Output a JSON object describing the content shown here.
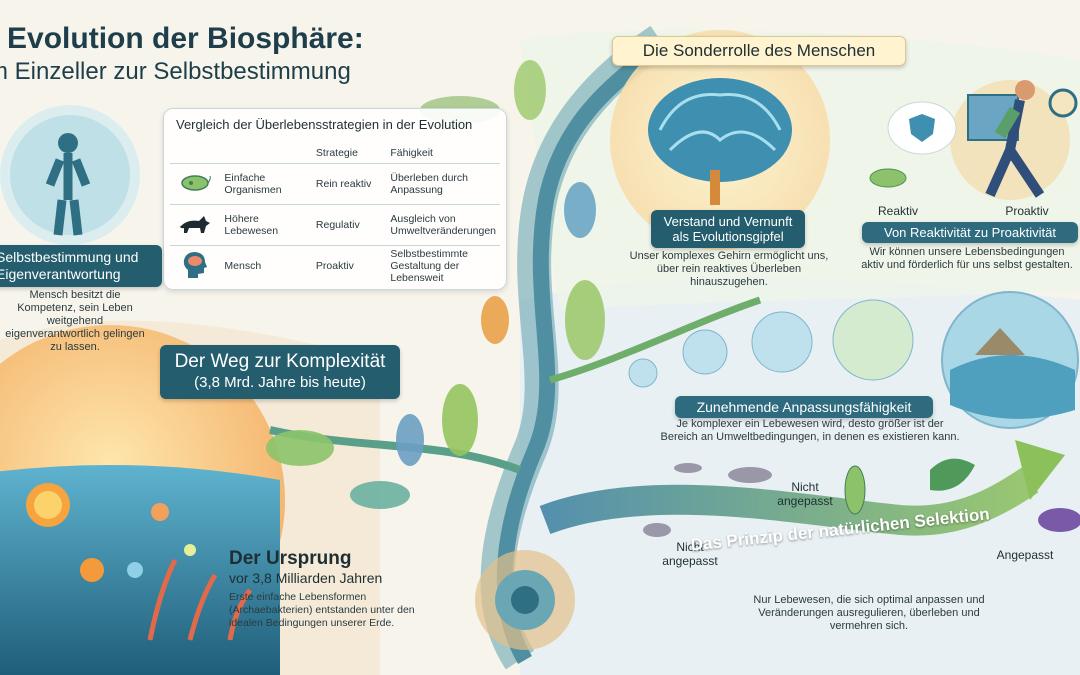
{
  "title": {
    "line1": "e Evolution der Biosphäre:",
    "line2": "m Einzeller zur Selbstbestimmung"
  },
  "comparison_table": {
    "heading": "Vergleich der Überlebensstrategien in der Evolution",
    "columns": [
      "Strategie",
      "Fähigkeit"
    ],
    "rows": [
      {
        "icon": "bacterium-icon",
        "name": "Einfache Organismen",
        "strategy": "Rein reaktiv",
        "ability": "Überleben durch Anpassung"
      },
      {
        "icon": "wildcat-icon",
        "name": "Höhere Lebewesen",
        "strategy": "Regulativ",
        "ability": "Ausgleich von Umweltveränderungen"
      },
      {
        "icon": "human-head-brain-icon",
        "name": "Mensch",
        "strategy": "Proaktiv",
        "ability": "Selbstbestimmte Gestaltung der Lebensweit"
      }
    ]
  },
  "self_determination": {
    "title": "Selbstbestimmung und Eigenverantwortung",
    "text": "Mensch besitzt die Kompetenz, sein Leben weitgehend eigenverantwortlich gelingen zu lassen."
  },
  "path": {
    "title": "Der Weg zur Komplexität",
    "subtitle": "(3,8 Mrd. Jahre bis heute)"
  },
  "origin": {
    "title": "Der Ursprung",
    "subtitle": "vor 3,8 Milliarden Jahren",
    "text": "Erste einfache Lebensformen (Archaebakterien) entstanden unter den idealen Bedingungen unserer Erde."
  },
  "human_role": {
    "title": "Die Sonderrolle des Menschen"
  },
  "reason": {
    "title": "Verstand und Vernunft als Evolutionsgipfel",
    "text": "Unser komplexes Gehirn ermöglicht uns, über rein reaktives Überleben hinauszugehen."
  },
  "proactivity": {
    "reactive_label": "Reaktiv",
    "proactive_label": "Proaktiv",
    "title": "Von Reaktivität zu Proaktivität",
    "text": "Wir können unsere Lebensbedingungen aktiv und förderlich für uns selbst gestalten."
  },
  "adaptability": {
    "title": "Zunehmende Anpassungsfähigkeit",
    "text": "Je komplexer ein Lebewesen wird, desto größer ist der Bereich an Umweltbedingungen, in denen es existieren kann."
  },
  "selection": {
    "title": "Das Prinzip der natürlichen Selektion",
    "not_adapted_1": "Nicht angepasst",
    "not_adapted_2": "Nicht angepasst",
    "adapted": "Angepasst",
    "text": "Nur Lebewesen, die sich optimal anpassen und Veränderungen ausregulieren, überleben und vermehren sich."
  },
  "colors": {
    "banner_dark": "#245d6d",
    "leaf_green": "#7fb35a",
    "water_blue": "#5da7c4",
    "sun_orange": "#f2a14a"
  }
}
